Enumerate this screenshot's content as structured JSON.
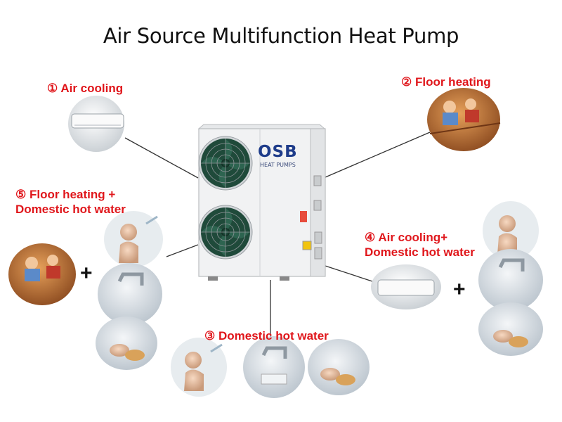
{
  "title": "Air Source Multifunction Heat Pump",
  "unit": {
    "brand": "OSB",
    "subtitle": "HEAT PUMPS"
  },
  "modes": [
    {
      "label": "① Air cooling"
    },
    {
      "label": "② Floor heating"
    },
    {
      "label": "③ Domestic hot water"
    },
    {
      "label": "④ Air cooling+",
      "label2": "Domestic hot water"
    },
    {
      "label": "⑤ Floor heating +",
      "label2": "Domestic hot water"
    }
  ],
  "symbols": {
    "plus": "+"
  },
  "colors": {
    "label": "#e0161b",
    "connector": "#333333",
    "unit_body": "#f1f2f3",
    "fan": "#1f4a3a"
  }
}
